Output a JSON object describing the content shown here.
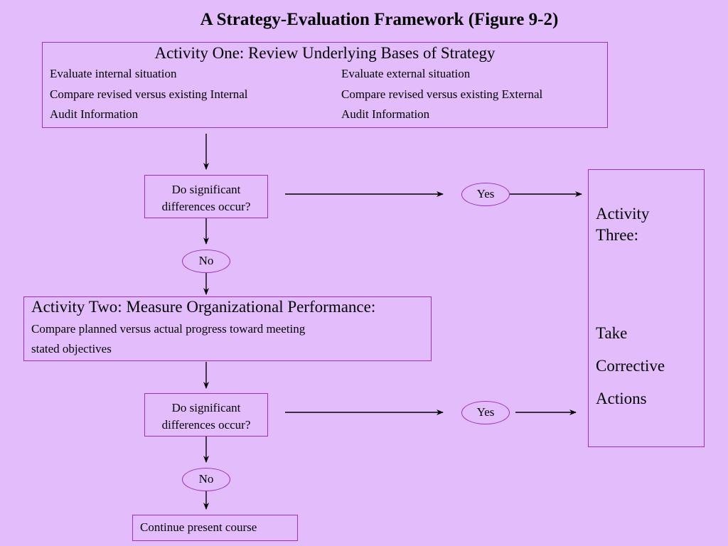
{
  "title": "A Strategy-Evaluation Framework (Figure 9-2)",
  "activity_one": {
    "title": "Activity One: Review Underlying Bases of Strategy",
    "left_lines": [
      "Evaluate internal situation",
      "Compare revised versus existing Internal",
      "Audit Information"
    ],
    "right_lines": [
      "Evaluate external situation",
      "Compare revised versus existing External",
      "Audit Information"
    ]
  },
  "decision_1": {
    "line1": "Do significant",
    "line2": "differences occur?",
    "yes": "Yes",
    "no": "No"
  },
  "activity_two": {
    "title": "Activity Two: Measure Organizational Performance:",
    "line1": "Compare planned versus actual progress toward meeting",
    "line2": "stated objectives"
  },
  "decision_2": {
    "line1": "Do significant",
    "line2": "differences occur?",
    "yes": "Yes",
    "no": "No"
  },
  "activity_three": {
    "line1": "Activity",
    "line2": "Three:",
    "line3": "Take",
    "line4": "Corrective",
    "line5": "Actions"
  },
  "continue": "Continue present course"
}
